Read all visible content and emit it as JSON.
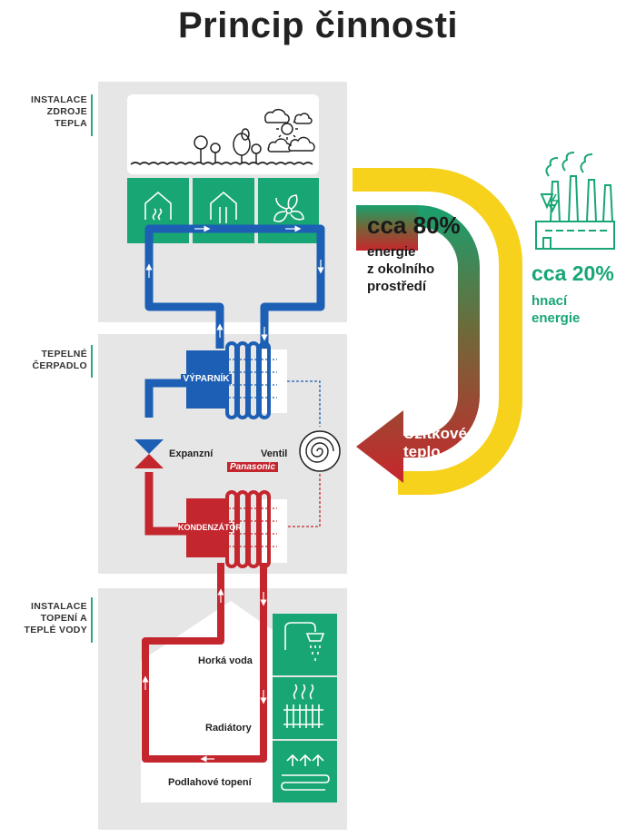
{
  "title": "Princip činnosti",
  "sections": {
    "source": "INSTALACE\nZDROJE\nTEPLA",
    "pump": "TEPELNÉ\nČERPADLO",
    "heating": "INSTALACE\nTOPENÍ A\nTEPLÉ VODY"
  },
  "components": {
    "evaporator": "VÝPARNÍK",
    "condenser": "KONDENZÁTOR",
    "expansion": "Expanzní",
    "valve": "Ventil",
    "brand": "Panasonic"
  },
  "energy": {
    "ambient_pct": "cca 80%",
    "ambient_text": "energie\nz okolního\nprostředí",
    "drive_pct": "cca 20%",
    "drive_text": "hnací\nenergie",
    "useful_heat": "Užitkové\nteplo"
  },
  "outputs": {
    "hot_water": "Horká voda",
    "radiators": "Radiátory",
    "floor": "Podlahové topení"
  },
  "colors": {
    "blue": "#1c5fb5",
    "red": "#c4262e",
    "green": "#18a674",
    "yellow": "#f6d21c"
  }
}
